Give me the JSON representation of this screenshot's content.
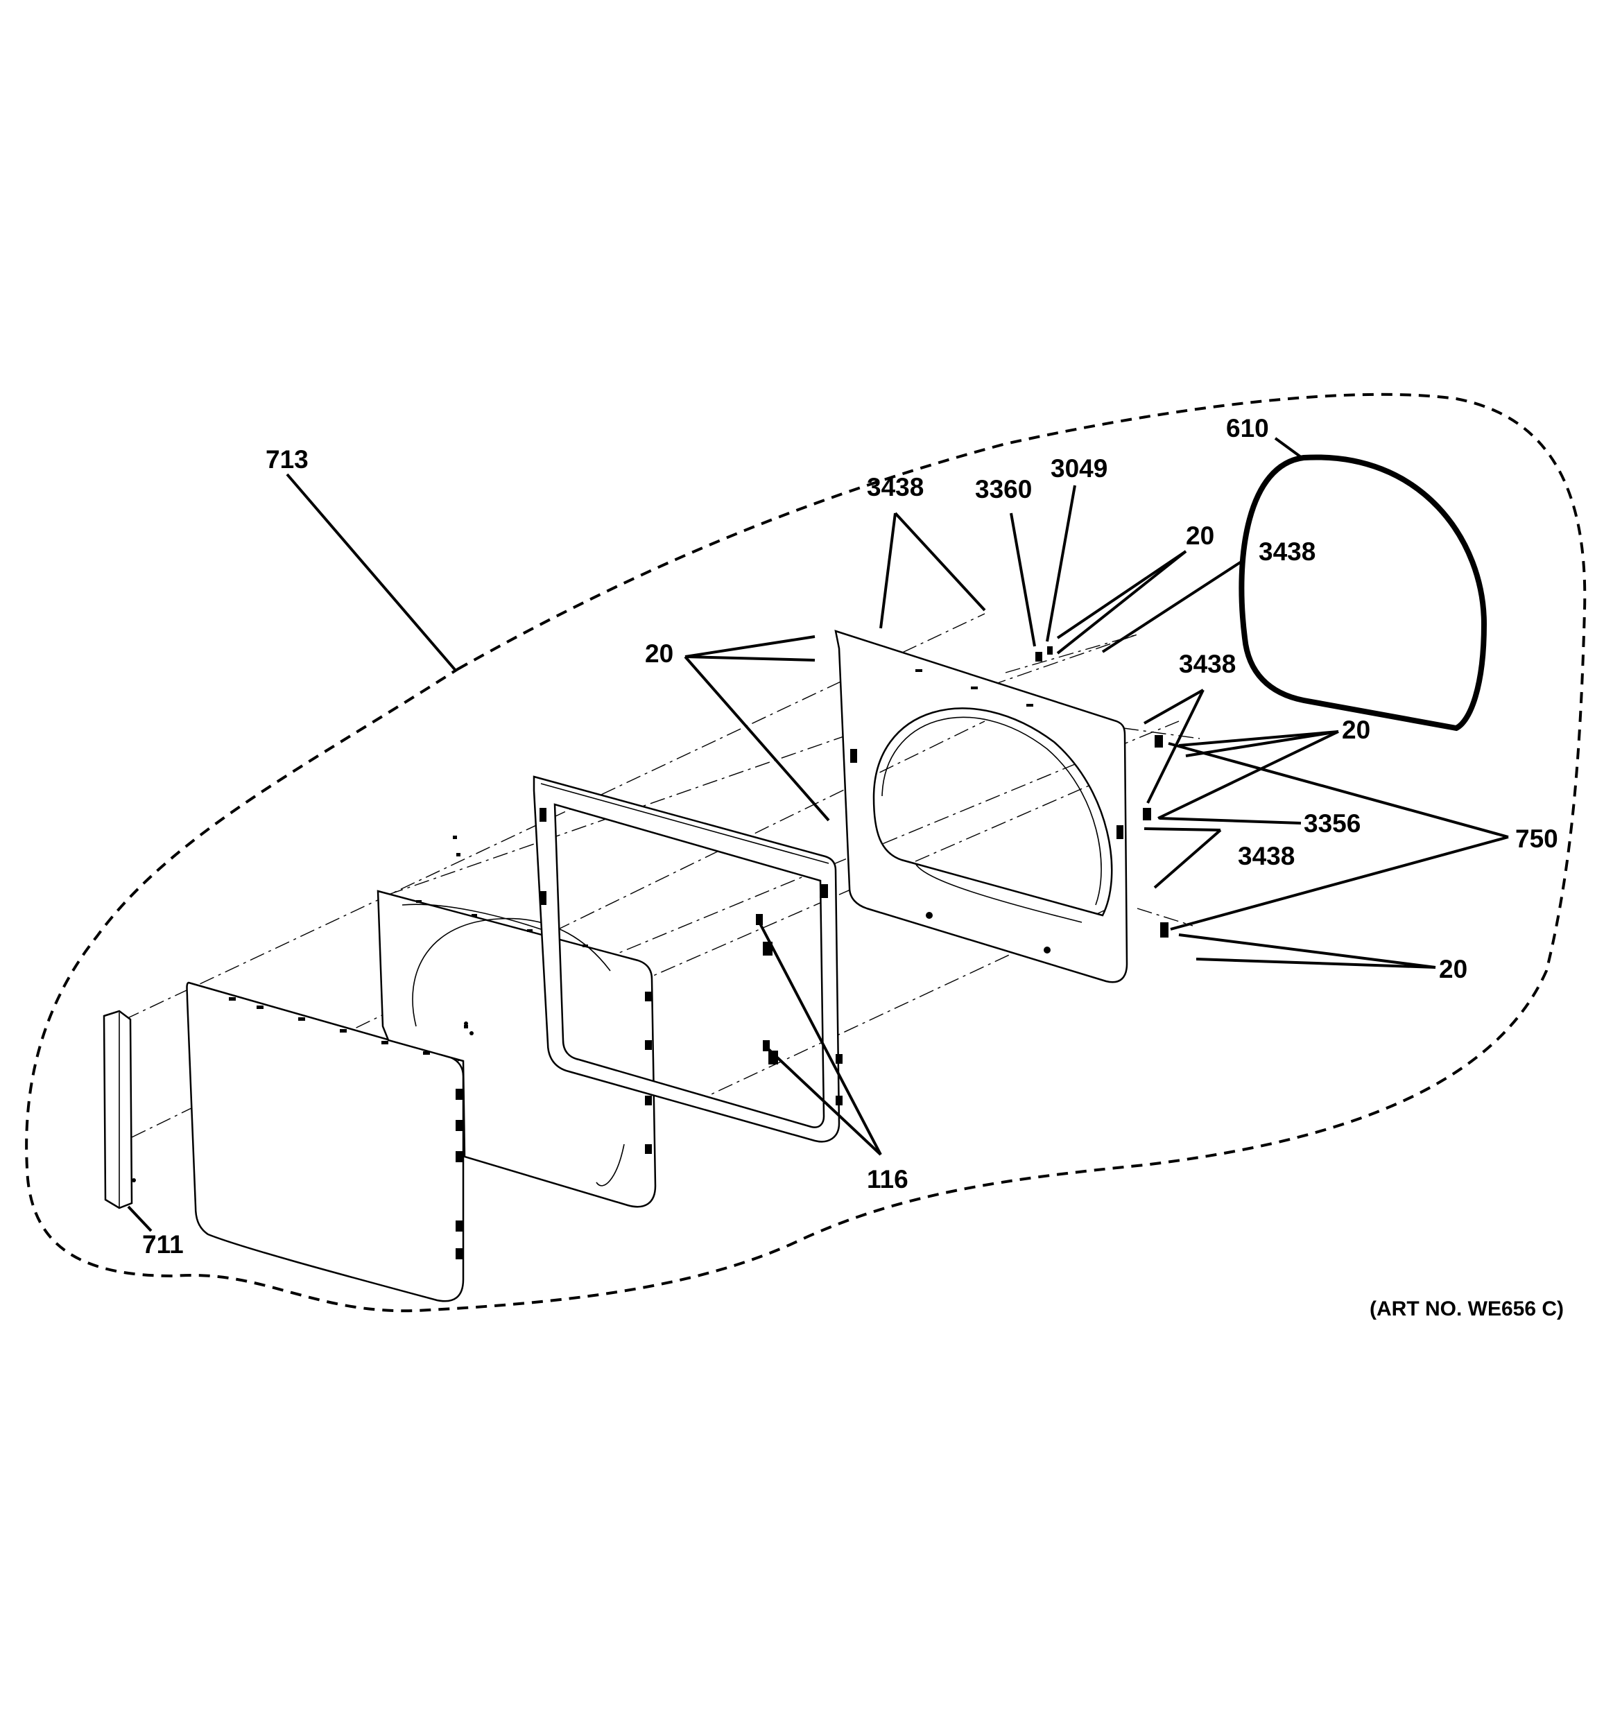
{
  "diagram": {
    "part_labels": {
      "p713": "713",
      "p3438_top": "3438",
      "p3360": "3360",
      "p3049": "3049",
      "p610": "610",
      "p20_top_right": "20",
      "p3438_right_top": "3438",
      "p20_left": "20",
      "p3438_mid": "3438",
      "p20_mid_right": "20",
      "p3356": "3356",
      "p750": "750",
      "p3438_low": "3438",
      "p20_low_right": "20",
      "p116": "116",
      "p711": "711"
    },
    "art_number": "(ART NO. WE656 C)"
  }
}
